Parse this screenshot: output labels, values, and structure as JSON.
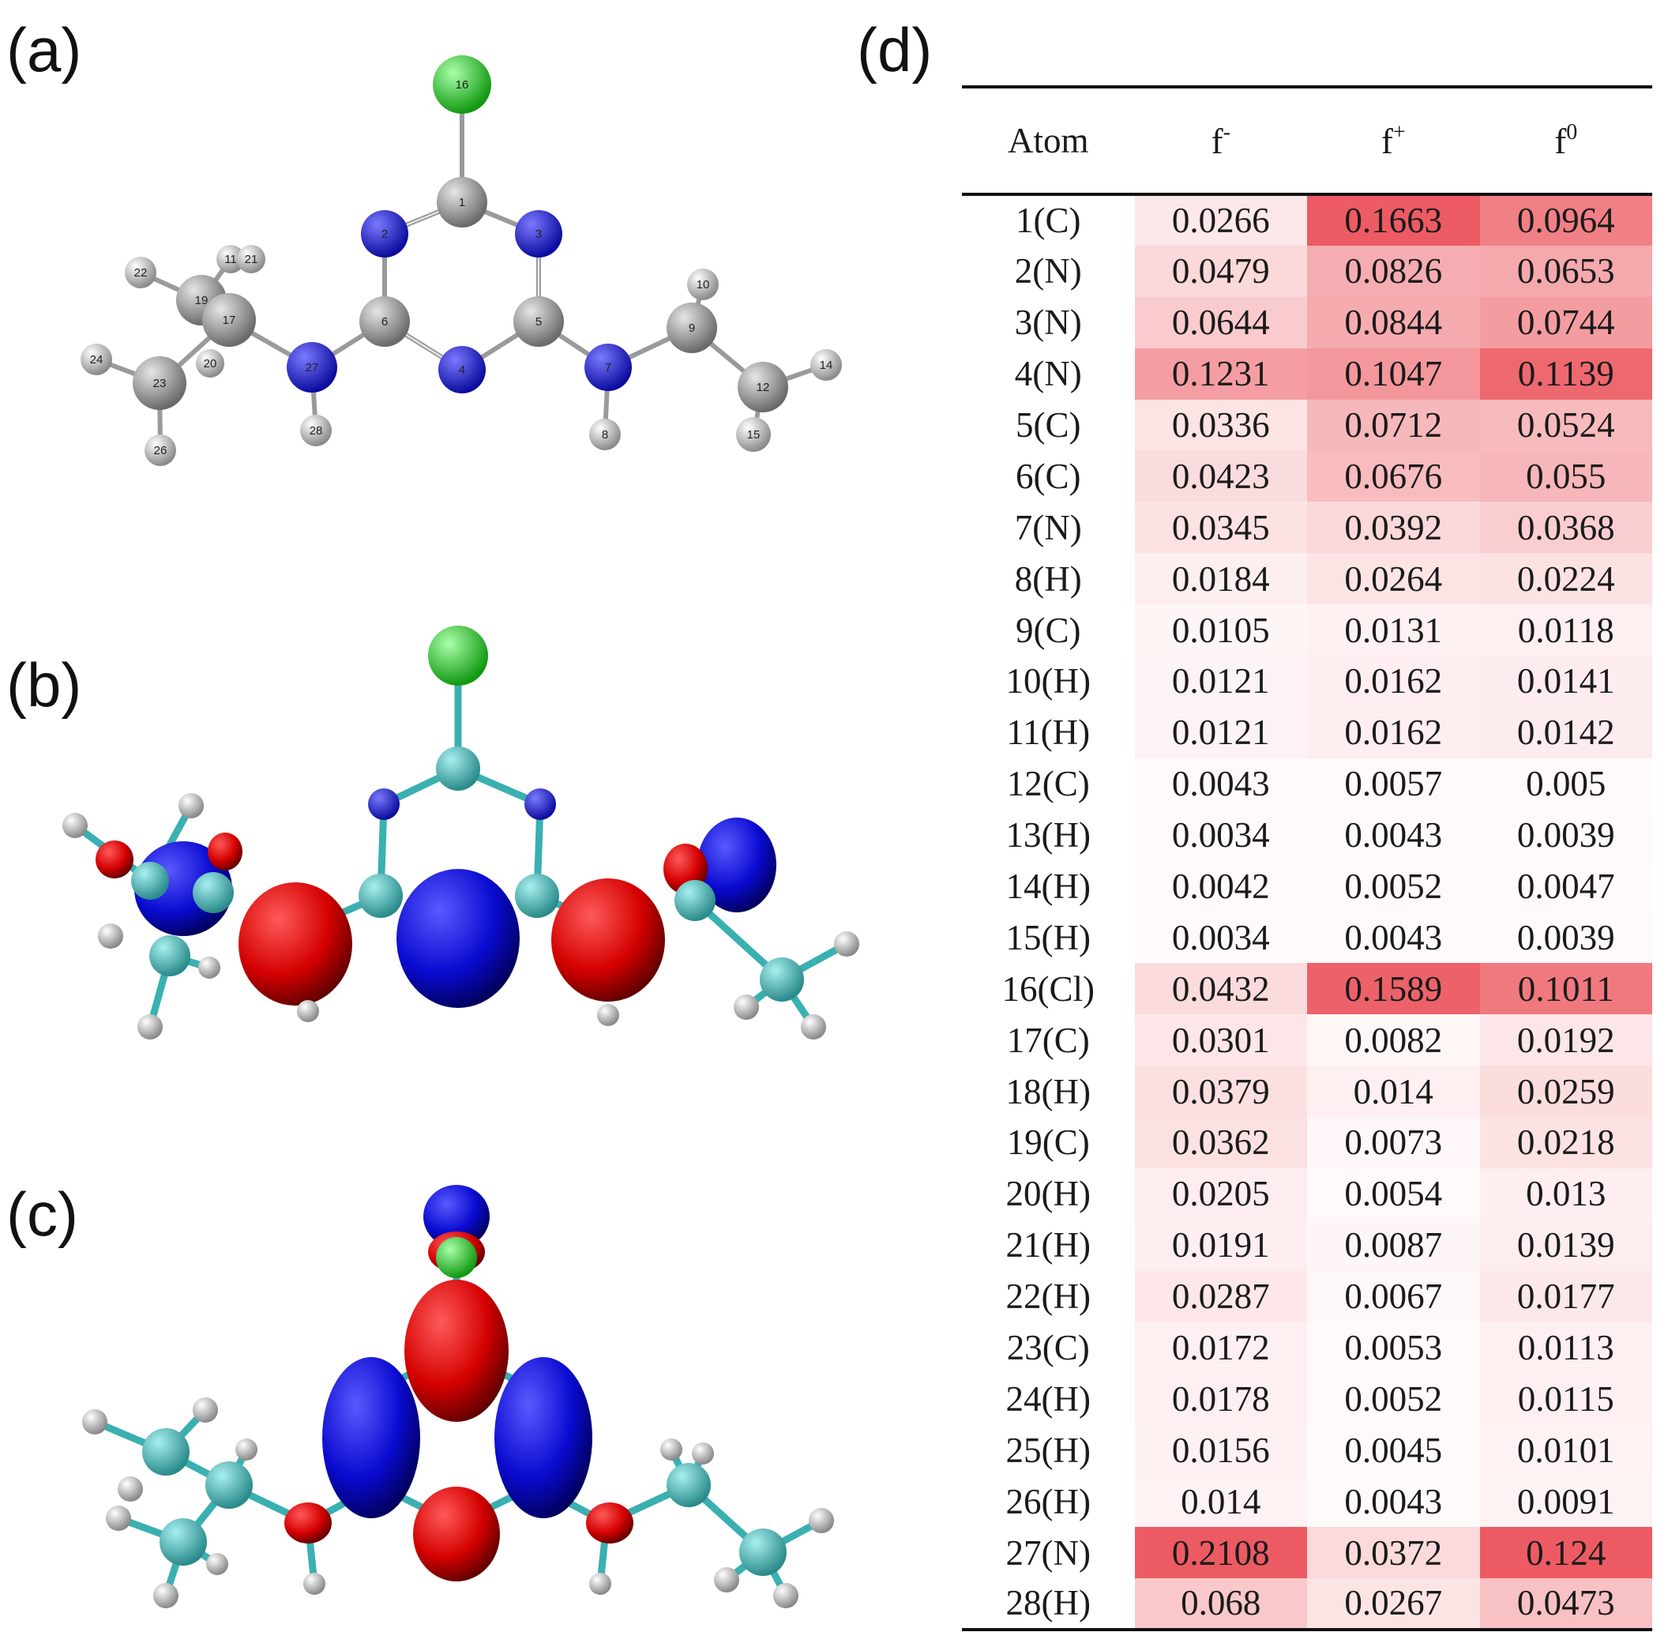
{
  "panels": {
    "a": "(a)",
    "b": "(b)",
    "c": "(c)",
    "d": "(d)"
  },
  "atom_numbers": [
    "1",
    "2",
    "3",
    "4",
    "5",
    "6",
    "7",
    "8",
    "9",
    "10",
    "11",
    "12",
    "14",
    "15",
    "16",
    "17",
    "19",
    "20",
    "21",
    "22",
    "23",
    "24",
    "26",
    "27",
    "28"
  ],
  "colors": {
    "carbon": "#8a8a8a",
    "nitrogen": "#1a1ad6",
    "chlorine": "#22cc22",
    "hydrogen": "#dcdcdc",
    "carbon_b": "#3aa6a6",
    "lobe_red": "#d40000",
    "lobe_blue": "#0a0ad0",
    "heat_max": "#ec5b63"
  },
  "table": {
    "headers": {
      "atom": "Atom",
      "fminus": "f",
      "fminus_sup": "-",
      "fplus": "f",
      "fplus_sup": "+",
      "fzero": "f",
      "fzero_sup": "0"
    },
    "rows": [
      {
        "atom": "1(C)",
        "fminus": "0.0266",
        "fplus": "0.1663",
        "fzero": "0.0964"
      },
      {
        "atom": "2(N)",
        "fminus": "0.0479",
        "fplus": "0.0826",
        "fzero": "0.0653"
      },
      {
        "atom": "3(N)",
        "fminus": "0.0644",
        "fplus": "0.0844",
        "fzero": "0.0744"
      },
      {
        "atom": "4(N)",
        "fminus": "0.1231",
        "fplus": "0.1047",
        "fzero": "0.1139"
      },
      {
        "atom": "5(C)",
        "fminus": "0.0336",
        "fplus": "0.0712",
        "fzero": "0.0524"
      },
      {
        "atom": "6(C)",
        "fminus": "0.0423",
        "fplus": "0.0676",
        "fzero": "0.055"
      },
      {
        "atom": "7(N)",
        "fminus": "0.0345",
        "fplus": "0.0392",
        "fzero": "0.0368"
      },
      {
        "atom": "8(H)",
        "fminus": "0.0184",
        "fplus": "0.0264",
        "fzero": "0.0224"
      },
      {
        "atom": "9(C)",
        "fminus": "0.0105",
        "fplus": "0.0131",
        "fzero": "0.0118"
      },
      {
        "atom": "10(H)",
        "fminus": "0.0121",
        "fplus": "0.0162",
        "fzero": "0.0141"
      },
      {
        "atom": "11(H)",
        "fminus": "0.0121",
        "fplus": "0.0162",
        "fzero": "0.0142"
      },
      {
        "atom": "12(C)",
        "fminus": "0.0043",
        "fplus": "0.0057",
        "fzero": "0.005"
      },
      {
        "atom": "13(H)",
        "fminus": "0.0034",
        "fplus": "0.0043",
        "fzero": "0.0039"
      },
      {
        "atom": "14(H)",
        "fminus": "0.0042",
        "fplus": "0.0052",
        "fzero": "0.0047"
      },
      {
        "atom": "15(H)",
        "fminus": "0.0034",
        "fplus": "0.0043",
        "fzero": "0.0039"
      },
      {
        "atom": "16(Cl)",
        "fminus": "0.0432",
        "fplus": "0.1589",
        "fzero": "0.1011"
      },
      {
        "atom": "17(C)",
        "fminus": "0.0301",
        "fplus": "0.0082",
        "fzero": "0.0192"
      },
      {
        "atom": "18(H)",
        "fminus": "0.0379",
        "fplus": "0.014",
        "fzero": "0.0259"
      },
      {
        "atom": "19(C)",
        "fminus": "0.0362",
        "fplus": "0.0073",
        "fzero": "0.0218"
      },
      {
        "atom": "20(H)",
        "fminus": "0.0205",
        "fplus": "0.0054",
        "fzero": "0.013"
      },
      {
        "atom": "21(H)",
        "fminus": "0.0191",
        "fplus": "0.0087",
        "fzero": "0.0139"
      },
      {
        "atom": "22(H)",
        "fminus": "0.0287",
        "fplus": "0.0067",
        "fzero": "0.0177"
      },
      {
        "atom": "23(C)",
        "fminus": "0.0172",
        "fplus": "0.0053",
        "fzero": "0.0113"
      },
      {
        "atom": "24(H)",
        "fminus": "0.0178",
        "fplus": "0.0052",
        "fzero": "0.0115"
      },
      {
        "atom": "25(H)",
        "fminus": "0.0156",
        "fplus": "0.0045",
        "fzero": "0.0101"
      },
      {
        "atom": "26(H)",
        "fminus": "0.014",
        "fplus": "0.0043",
        "fzero": "0.0091"
      },
      {
        "atom": "27(N)",
        "fminus": "0.2108",
        "fplus": "0.0372",
        "fzero": "0.124"
      },
      {
        "atom": "28(H)",
        "fminus": "0.068",
        "fplus": "0.0267",
        "fzero": "0.0473"
      }
    ]
  }
}
